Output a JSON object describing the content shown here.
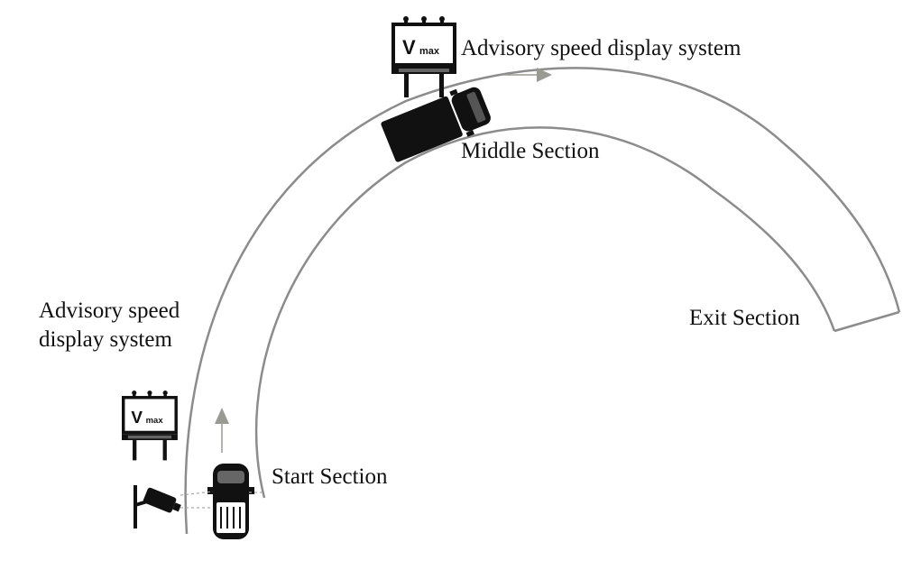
{
  "labels": {
    "advisory_top": "Advisory speed display system",
    "middle_section": "Middle Section",
    "advisory_left_line1": "Advisory speed",
    "advisory_left_line2": "display system",
    "exit_section": "Exit Section",
    "start_section": "Start Section"
  },
  "sign": {
    "v": "V",
    "max": "max"
  },
  "icons": [
    "speed-sign-icon",
    "truck-icon",
    "car-icon",
    "camera-icon",
    "direction-arrow-icon"
  ],
  "colors": {
    "road": "#8c8c8c",
    "arrow": "#9a9a94",
    "vehicle": "#111111"
  }
}
